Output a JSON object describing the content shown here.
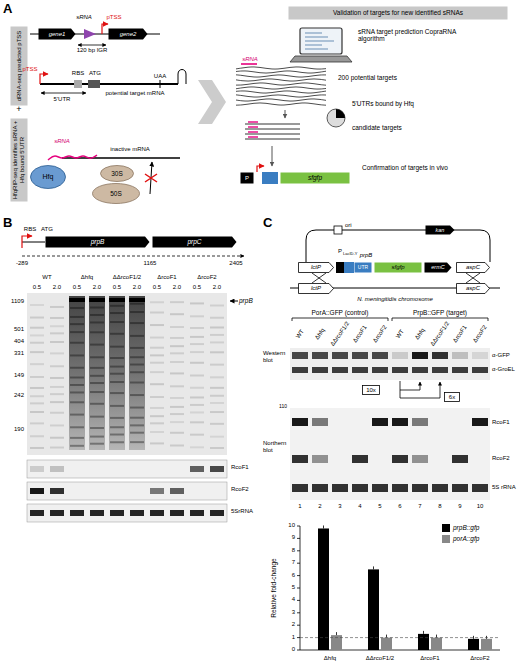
{
  "diagram": {
    "nodes": [
      {
        "text": [
          "dRNA-seq predicted pTSS"
        ]
      },
      {
        "text": [
          "HfqRIP-seq identifies sRNA + Hfq bound 5'UTR"
        ]
      },
      {
        "text": [
          "gene1"
        ]
      },
      {
        "text": [
          "gene2"
        ]
      },
      {
        "text": [
          "Hfq"
        ]
      },
      {
        "text": [
          "30S"
        ]
      },
      {
        "text": [
          "50S"
        ]
      },
      {
        "text": [
          "Validation of targets for new identified sRNAs"
        ]
      },
      {
        "text": [
          "P"
        ]
      },
      {
        "text": [
          "sfgfp"
        ]
      },
      {
        "text": [
          "prpB"
        ]
      },
      {
        "text": [
          "prpC"
        ]
      },
      {
        "text": [
          "lctP"
        ]
      },
      {
        "text": [
          "UTR"
        ]
      },
      {
        "text": [
          "sfgfp"
        ]
      },
      {
        "text": [
          "ermC"
        ]
      },
      {
        "text": [
          "aspC"
        ]
      },
      {
        "text": [
          "lctP"
        ]
      },
      {
        "text": [
          "aspC"
        ]
      },
      {
        "text": [
          "kan"
        ]
      },
      {
        "text": [
          "10x"
        ]
      },
      {
        "text": [
          "6x"
        ]
      }
    ],
    "labels": [
      "A",
      "+",
      "sRNA",
      "pTSS",
      "120 bp IGR",
      "pTSS",
      "RBS",
      "ATG",
      "UAA",
      "5'UTR",
      "potential target mRNA",
      "sRNA",
      "inactive mRNA",
      "sRNA target prediction CopraRNA algorithm",
      "200 potential targets",
      "sRNA",
      "5'UTRs bound by Hfq",
      "candidate targets",
      "Confirmation of targets in vivo",
      "B",
      "RBS",
      "ATG",
      "-289",
      "1165",
      "2405",
      "WT",
      "Δhfq",
      "ΔΔrcoF1/2",
      "ΔrcoF1",
      "ΔrcoF2",
      "0.5",
      "2.0",
      "0.5",
      "2.0",
      "0.5",
      "2.0",
      "0.5",
      "2.0",
      "0.5",
      "2.0",
      "1109",
      "501",
      "404",
      "331",
      "149",
      "242",
      "190",
      "prpB",
      "RcoF1",
      "RcoF2",
      "5SrRNA",
      "C",
      "ori",
      "P",
      "LacID-Y",
      "prpB",
      "N. meningitidis chromosome",
      "PorA::GFP (control)",
      "PrpB::GFP (target)",
      "WT",
      "Δhfq",
      "ΔΔrcoF1/2",
      "ΔrcoF1",
      "ΔrcoF2",
      "WT",
      "Δhfq",
      "ΔΔrcoF1/2",
      "ΔrcoF1",
      "ΔrcoF2",
      "Western blot",
      "α-GFP",
      "α-GroEL",
      "Northern blot",
      "110",
      "RcoF1",
      "RcoF2",
      "5S rRNA",
      "1",
      "2",
      "3",
      "4",
      "5",
      "6",
      "7",
      "8",
      "9",
      "10",
      "Relative fold-change",
      "0",
      "1",
      "2",
      "3",
      "4",
      "5",
      "6",
      "7",
      "8",
      "9",
      "10",
      "Δhfq",
      "ΔΔrcoF1/2",
      "ΔrcoF1",
      "ΔrcoF2"
    ],
    "legend": [
      {
        "text": "prpB::gfp",
        "color": "#000000"
      },
      {
        "text": "porA::gfp",
        "color": "#888888"
      }
    ]
  }
}
